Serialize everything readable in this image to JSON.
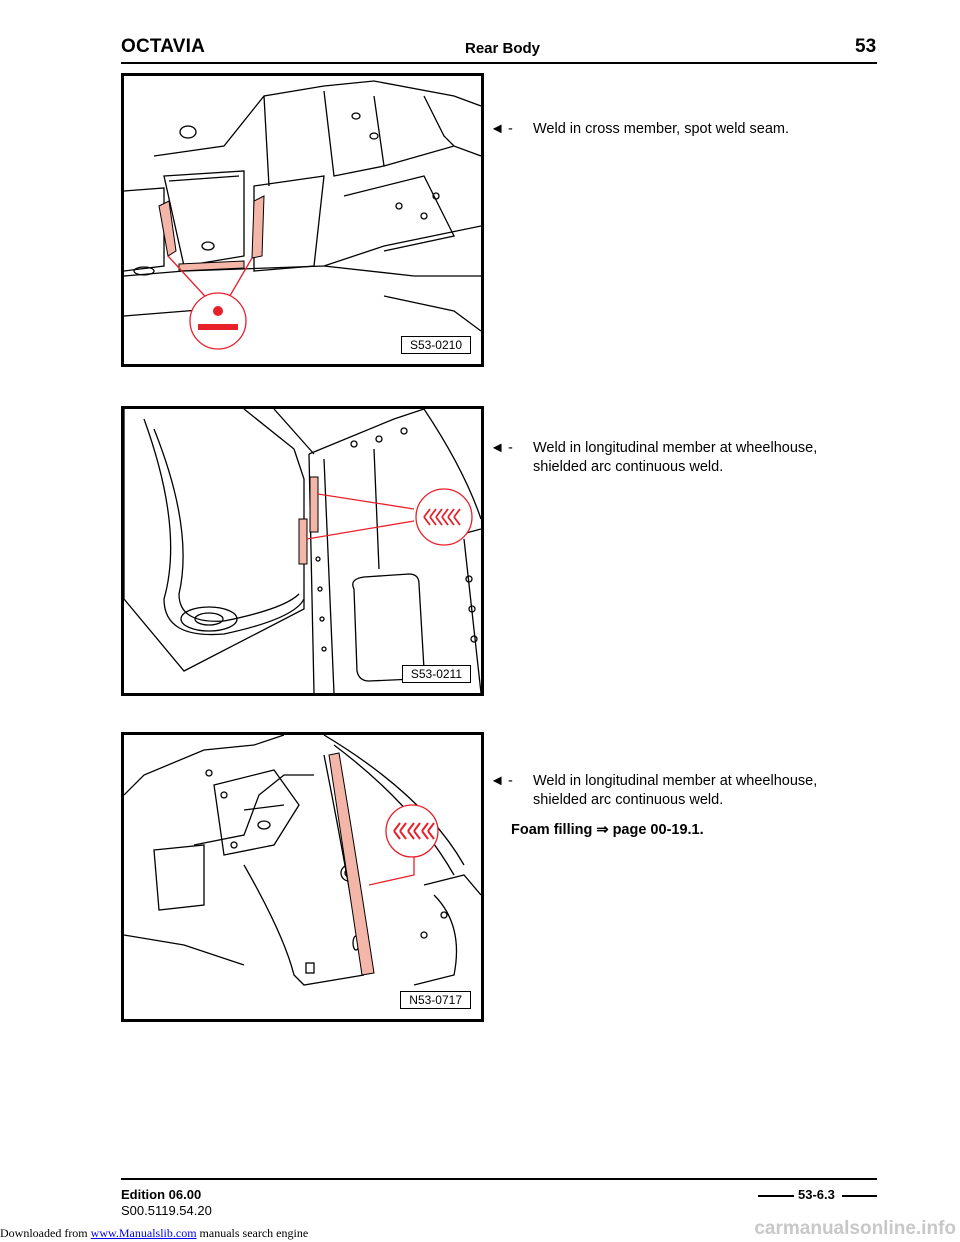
{
  "header": {
    "brand": "OCTAVIA",
    "section": "Rear Body",
    "chapter": "53"
  },
  "steps": [
    {
      "arrow": "◄",
      "dash": "-",
      "text": "Weld in cross member, spot weld seam."
    },
    {
      "arrow": "◄",
      "dash": "-",
      "text": "Weld in longitudinal member at wheelhouse, shielded arc continuous weld."
    },
    {
      "arrow": "◄",
      "dash": "-",
      "text": "Weld in longitudinal member at wheelhouse, shielded arc continuous weld."
    }
  ],
  "foam_note": "Foam filling ⇒ page 00-19.1.",
  "figures": [
    {
      "label": "S53-0210"
    },
    {
      "label": "S53-0211"
    },
    {
      "label": "N53-0717"
    }
  ],
  "footer": {
    "edition": "Edition 06.00",
    "code": "S00.5119.54.20",
    "page": "53-6.3"
  },
  "download_bar": {
    "prefix": "Downloaded from ",
    "link": "www.Manualslib.com",
    "suffix": " manuals search engine"
  },
  "watermark": "carmanualsonline.info",
  "colors": {
    "weld_highlight": "#f4b6a8",
    "weld_symbol": "#e8202a"
  }
}
